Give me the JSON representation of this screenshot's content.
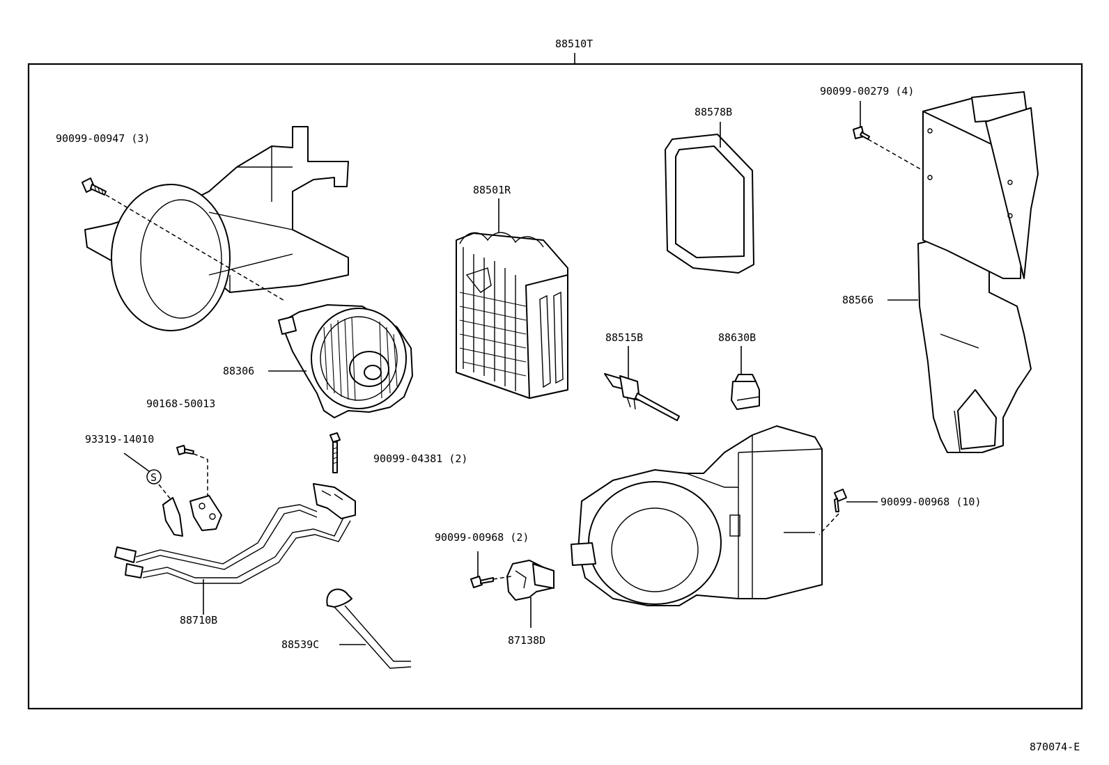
{
  "labels": {
    "assembly": "88510T",
    "screw_947": "90099-00947 (3)",
    "evaporator": "88501R",
    "seal": "88578B",
    "screw_279": "90099-00279 (4)",
    "duct": "88566",
    "blower_motor": "88306",
    "expansion_valve": "88515B",
    "thermistor": "88630B",
    "bolt_50013": "90168-50013",
    "clamp": "93319-14010",
    "bolt_4381": "90099-04381 (2)",
    "screw_968_10": "90099-00968 (10)",
    "screw_968_2": "90099-00968 (2)",
    "tube": "88710B",
    "hose": "88539C",
    "resistor": "87138D",
    "diagram_code": "870074-E",
    "s_mark": "S"
  }
}
